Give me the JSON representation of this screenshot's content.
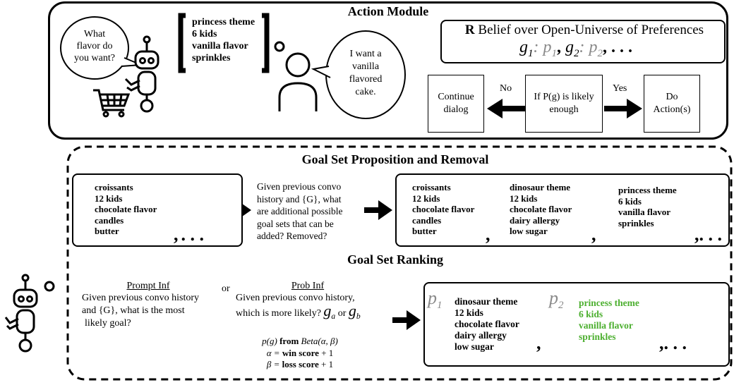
{
  "action_module": {
    "title": "Action Module",
    "robot_bubble": [
      "What",
      "flavor do",
      "you want?"
    ],
    "user_goal": [
      "princess theme",
      "6 kids",
      "vanilla flavor",
      "sprinkles"
    ],
    "user_bubble": [
      "I want a",
      "vanilla",
      "flavored",
      "cake."
    ],
    "belief_title_R": "R",
    "belief_title_rest": "Belief over Open-Universe of Preferences",
    "belief_formula": {
      "g1": "g",
      "g1_sub": "1",
      "p1": "p",
      "p1_sub": "1",
      "g2": "g",
      "g2_sub": "2",
      "p2": "p",
      "p2_sub": "2",
      "ellipsis": ", . . ."
    },
    "continue_box": [
      "Continue",
      "dialog"
    ],
    "condition_box": [
      "If P(g) is likely",
      "enough"
    ],
    "action_box": [
      "Do",
      "Action(s)"
    ],
    "no_label": "No",
    "yes_label": "Yes"
  },
  "proposition": {
    "title": "Goal Set Proposition and Removal",
    "input_goal": [
      "croissants",
      "12 kids",
      "chocolate flavor",
      "candles",
      "butter"
    ],
    "question": [
      "Given previous convo",
      "history and {G}, what",
      "are additional possible",
      "goal sets that can be",
      "added? Removed?"
    ],
    "removed_goal": [
      "croissants",
      "12 kids",
      "chocolate flavor",
      "candles",
      "butter"
    ],
    "goal_b": [
      "dinosaur theme",
      "12 kids",
      "chocolate flavor",
      "dairy allergy",
      "low sugar"
    ],
    "goal_c": [
      "princess theme",
      "6 kids",
      "vanilla flavor",
      "sprinkles"
    ],
    "separator": ",",
    "ellipsis": ". . ."
  },
  "ranking": {
    "title": "Goal Set Ranking",
    "prompt_inf_title": "Prompt Inf",
    "prompt_inf_text": [
      "Given previous convo history",
      "and {G}, what is the most",
      "likely goal?"
    ],
    "or_label": "or",
    "prob_inf_title": "Prob Inf",
    "prob_inf_text": [
      "Given previous convo history,",
      "which is more likely?"
    ],
    "ga": "g",
    "ga_sub": "a",
    "or_small": "or",
    "gb": "g",
    "gb_sub": "b",
    "formula_line1_pre": "p(g)",
    "formula_line1_mid": "from",
    "formula_line1_post": "Beta(α, β)",
    "formula_line2_pre": "α =",
    "formula_line2_bold": "win score",
    "formula_line2_post": "+ 1",
    "formula_line3_pre": "β =",
    "formula_line3_bold": "loss score",
    "formula_line3_post": "+ 1",
    "p1": "p",
    "p1_sub": "1",
    "p2": "p",
    "p2_sub": "2",
    "goal_a": [
      "dinosaur theme",
      "12 kids",
      "chocolate flavor",
      "dairy allergy",
      "low sugar"
    ],
    "goal_b": [
      "princess theme",
      "6 kids",
      "vanilla flavor",
      "sprinkles"
    ],
    "bar_p1_relative": 0.45,
    "bar_p2_relative": 1.0
  },
  "colors": {
    "green": "#4caf2f",
    "gray": "#8a8a8a",
    "red": "#d9432c"
  },
  "icons": [
    "robot-icon",
    "shopping-cart-icon",
    "person-icon",
    "arrow-left-icon",
    "arrow-right-icon"
  ]
}
